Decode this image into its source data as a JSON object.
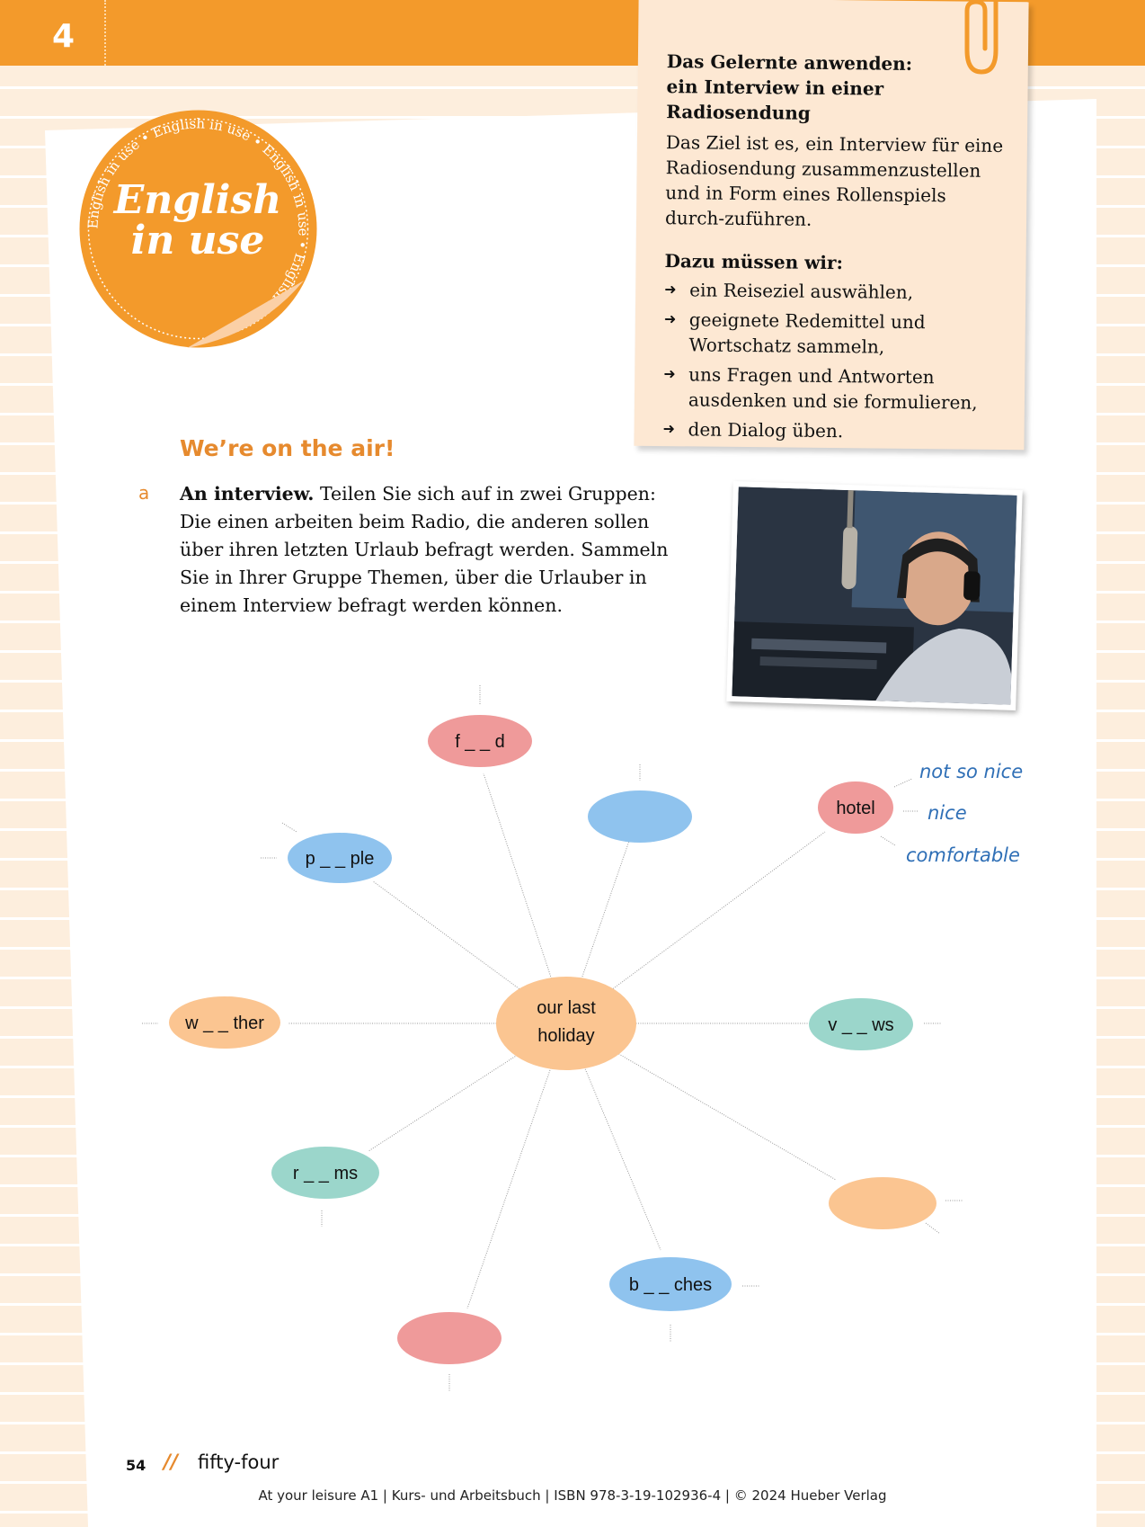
{
  "header": {
    "chapter_number": "4"
  },
  "badge": {
    "line1": "English",
    "line2": "in use",
    "ring_text": "English in use • English in use • English in use • English in use •"
  },
  "note": {
    "title_line1": "Das Gelernte anwenden:",
    "title_line2": "ein Interview in einer Radiosendung",
    "body": "Das Ziel ist es, ein Interview für eine Radiosendung zusammenzustellen und in Form eines Rollenspiels durch-zuführen.",
    "subtitle": "Dazu müssen wir:",
    "items": [
      "ein Reiseziel auswählen,",
      "geeignete Redemittel und Wortschatz sammeln,",
      "uns Fragen und Antworten ausdenken und sie formulieren,",
      "den Dialog üben."
    ]
  },
  "section": {
    "heading": "We’re on the air!",
    "task_letter": "a",
    "task_bold": "An interview.",
    "task_text": " Teilen Sie sich auf in zwei Gruppen: Die einen arbeiten beim Radio, die anderen sollen über ihren letzten Urlaub befragt werden. Sammeln Sie in Ihrer Gruppe Themen, über die Urlauber in einem Interview befragt werden können."
  },
  "mindmap": {
    "center_line1": "our last",
    "center_line2": "holiday",
    "nodes": {
      "food": "f _ _ d",
      "people": "p _ _ ple",
      "hotel": "hotel",
      "weather": "w _ _ ther",
      "views": "v _ _ ws",
      "rooms": "r _ _ ms",
      "beaches": "b _ _ ches"
    },
    "handwritten": [
      "not so nice",
      "nice",
      "comfortable"
    ]
  },
  "footer": {
    "page_number": "54",
    "separator": "//",
    "page_word": "fifty-four",
    "credit": "At your leisure A1 | Kurs- und Arbeitsbuch | ISBN 978-3-19-102936-4 | © 2024 Hueber Verlag"
  },
  "colors": {
    "orange": "#f39a2b",
    "heading_orange": "#e68a2e",
    "note_bg": "#fde8d3",
    "bubble_pink": "#ef9a9a",
    "bubble_blue": "#8fc3ee",
    "bubble_peach": "#fbc591",
    "bubble_mint": "#9bd6cb",
    "handwriting_blue": "#2f6fb6"
  }
}
